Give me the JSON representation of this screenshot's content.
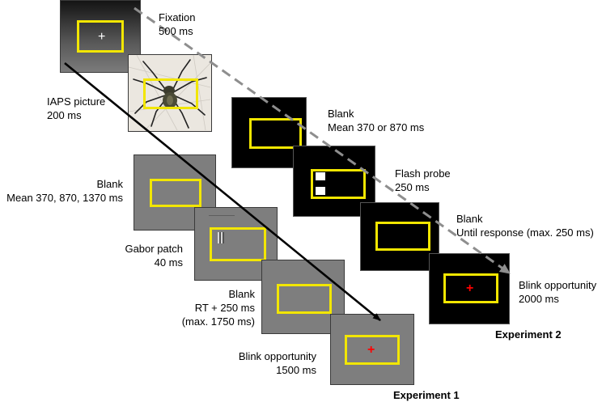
{
  "stages": {
    "fixation": {
      "name": "Fixation",
      "duration": "500 ms",
      "symbol": "+"
    },
    "iaps": {
      "name": "IAPS picture",
      "duration": "200 ms"
    },
    "exp1_blank1": {
      "name": "Blank",
      "duration": "Mean 370, 870, 1370 ms"
    },
    "gabor": {
      "name": "Gabor patch",
      "duration": "40 ms"
    },
    "exp1_blank2": {
      "name": "Blank",
      "duration": "RT + 250 ms",
      "note": "(max. 1750 ms)"
    },
    "exp1_blink": {
      "name": "Blink opportunity",
      "duration": "1500 ms",
      "symbol": "+"
    },
    "exp2_blank1": {
      "name": "Blank",
      "duration": "Mean 370 or 870 ms"
    },
    "flash": {
      "name": "Flash probe",
      "duration": "250 ms"
    },
    "exp2_blank2": {
      "name": "Blank",
      "duration": "Until response (max. 250 ms)"
    },
    "exp2_blink": {
      "name": "Blink opportunity",
      "duration": "2000 ms",
      "symbol": "+"
    }
  },
  "experiments": {
    "exp1": "Experiment 1",
    "exp2": "Experiment 2"
  },
  "colors": {
    "frame": "#f2e600",
    "blink_cross": "#ff0000",
    "gray_screen": "#7e7e7e",
    "black_screen": "#000000"
  },
  "arrows": {
    "exp1": "solid black",
    "exp2": "dashed gray"
  }
}
